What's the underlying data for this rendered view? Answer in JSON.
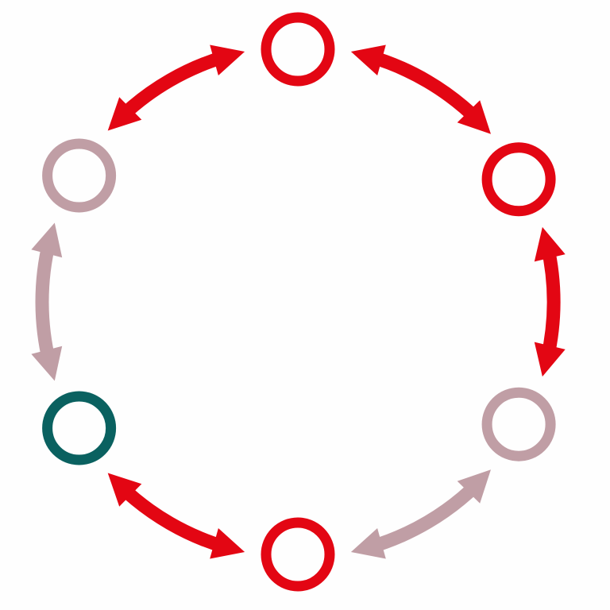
{
  "colors": {
    "red": "#e30613",
    "mauve": "#c09ea5",
    "teal": "#0a6160",
    "background": "#fefefe"
  },
  "nodes": [
    {
      "id": "top",
      "color": "red"
    },
    {
      "id": "upper-right",
      "color": "red"
    },
    {
      "id": "lower-right",
      "color": "mauve"
    },
    {
      "id": "bottom",
      "color": "red"
    },
    {
      "id": "lower-left",
      "color": "teal"
    },
    {
      "id": "upper-left",
      "color": "mauve"
    }
  ],
  "arrows": [
    {
      "id": "top-to-upper-left",
      "from": "top",
      "to": "upper-left",
      "color": "red",
      "heads": "both"
    },
    {
      "id": "top-to-upper-right",
      "from": "top",
      "to": "upper-right",
      "color": "red",
      "heads": "both"
    },
    {
      "id": "upper-right-to-lower-right",
      "from": "upper-right",
      "to": "lower-right",
      "color": "red",
      "heads": "both"
    },
    {
      "id": "lower-right-to-bottom",
      "from": "lower-right",
      "to": "bottom",
      "color": "mauve",
      "heads": "both"
    },
    {
      "id": "bottom-to-lower-left",
      "from": "bottom",
      "to": "lower-left",
      "color": "red",
      "heads": "both"
    },
    {
      "id": "lower-left-to-upper-left",
      "from": "lower-left",
      "to": "upper-left",
      "color": "mauve",
      "heads": "both"
    }
  ]
}
